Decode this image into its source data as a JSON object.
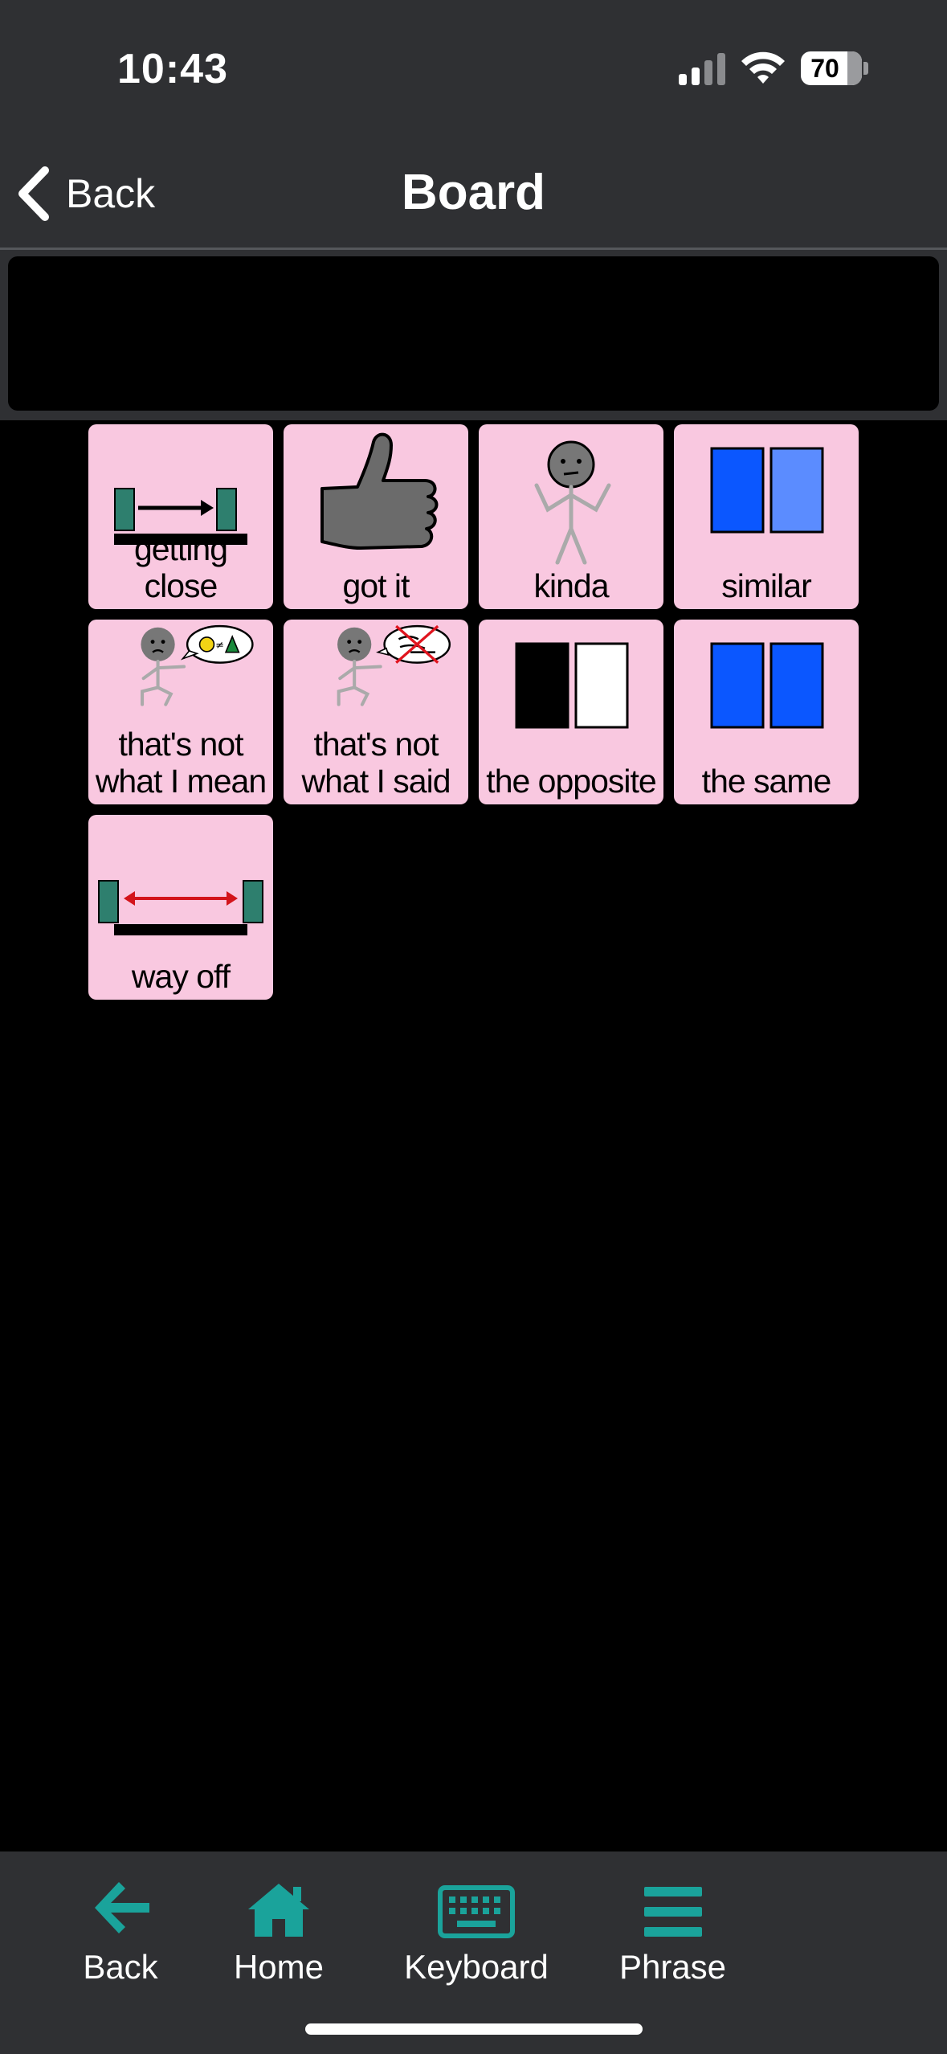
{
  "status": {
    "time": "10:43",
    "battery": "70"
  },
  "nav": {
    "back_label": "Back",
    "title": "Board"
  },
  "message_bar": {
    "text": ""
  },
  "tiles": [
    {
      "label": "getting\nclose",
      "icon": "getting-close-icon"
    },
    {
      "label": "got it",
      "icon": "thumbs-up-icon"
    },
    {
      "label": "kinda",
      "icon": "shrug-person-icon"
    },
    {
      "label": "similar",
      "icon": "similar-blocks-icon"
    },
    {
      "label": "that's not\nwhat I mean",
      "icon": "not-what-i-mean-icon"
    },
    {
      "label": "that's not\nwhat I said",
      "icon": "not-what-i-said-icon"
    },
    {
      "label": "the opposite",
      "icon": "opposite-blocks-icon"
    },
    {
      "label": "the same",
      "icon": "same-blocks-icon"
    },
    {
      "label": "way off",
      "icon": "way-off-icon"
    }
  ],
  "toolbar": {
    "back": "Back",
    "home": "Home",
    "keyboard": "Keyboard",
    "phrase": "Phrase"
  },
  "colors": {
    "tile_bg": "#f9c8e0",
    "accent": "#1aa39b",
    "bar_bg": "#2f3033"
  }
}
